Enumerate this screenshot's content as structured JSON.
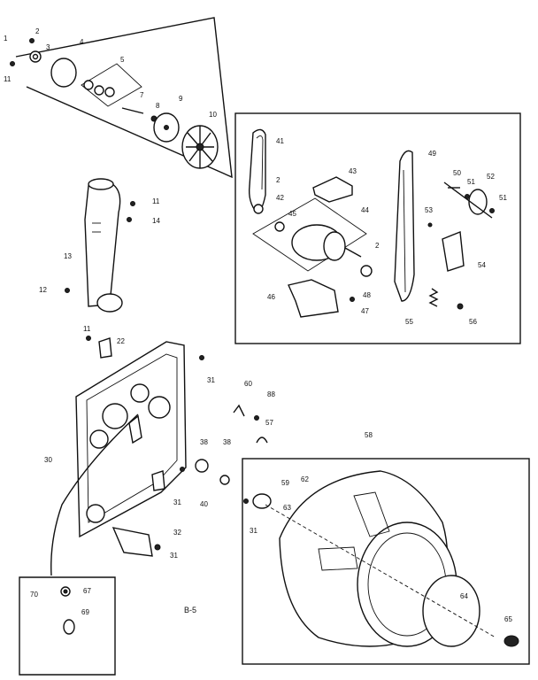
{
  "diagram": {
    "page_code": "B-5",
    "callouts": {
      "c1": "1",
      "c2a": "2",
      "c3": "3",
      "c4": "4",
      "c5": "5",
      "c7": "7",
      "c8": "8",
      "c9": "9",
      "c10": "10",
      "c11a": "11",
      "c11b": "11",
      "c14": "14",
      "c13": "13",
      "c12": "12",
      "c41": "41",
      "c2b": "2",
      "c42": "42",
      "c43": "43",
      "c44": "44",
      "c45": "45",
      "c2c": "2",
      "c48": "48",
      "c46": "46",
      "c47": "47",
      "c49": "49",
      "c50": "50",
      "c51a": "51",
      "c52": "52",
      "c51b": "51",
      "c53": "53",
      "c54": "54",
      "c55": "55",
      "c56": "56",
      "c11c": "11",
      "c22": "22",
      "c31a": "31",
      "c30": "30",
      "c31b": "31",
      "c40": "40",
      "c32": "32",
      "c31c": "31",
      "c60": "60",
      "c88": "88",
      "c57": "57",
      "c38a": "38",
      "c38b": "38",
      "c59": "59",
      "c62": "62",
      "c63": "63",
      "c31d": "31",
      "c58": "58",
      "c64": "64",
      "c65": "65",
      "c70": "70",
      "c67": "67",
      "c69": "69"
    }
  }
}
